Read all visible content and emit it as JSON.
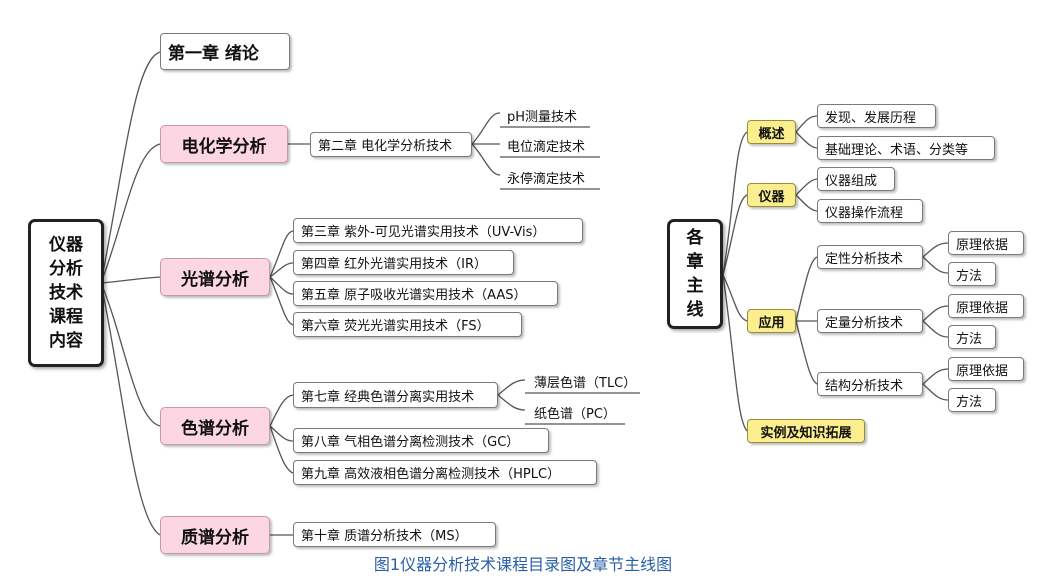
{
  "left_map": {
    "root": "仪器分析技术课程内容",
    "ch1": "第一章 绪论",
    "electro": {
      "label": "电化学分析",
      "chapter": "第二章 电化学分析技术",
      "leaves": [
        "pH测量技术",
        "电位滴定技术",
        "永停滴定技术"
      ]
    },
    "spectro": {
      "label": "光谱分析",
      "chapters": [
        "第三章 紫外-可见光谱实用技术（UV-Vis）",
        "第四章 红外光谱实用技术（IR）",
        "第五章 原子吸收光谱实用技术（AAS）",
        "第六章 荧光光谱实用技术（FS）"
      ]
    },
    "chroma": {
      "label": "色谱分析",
      "chapter7": "第七章 经典色谱分离实用技术",
      "ch7_leaves": [
        "薄层色谱（TLC）",
        "纸色谱（PC）"
      ],
      "chapter8": "第八章 气相色谱分离检测技术（GC）",
      "chapter9": "第九章 高效液相色谱分离检测技术（HPLC）"
    },
    "mass": {
      "label": "质谱分析",
      "chapter": "第十章 质谱分析技术（MS）"
    }
  },
  "right_map": {
    "root": "各章主线",
    "overview": {
      "label": "概述",
      "children": [
        "发现、发展历程",
        "基础理论、术语、分类等"
      ]
    },
    "instrument": {
      "label": "仪器",
      "children": [
        "仪器组成",
        "仪器操作流程"
      ]
    },
    "application": {
      "label": "应用",
      "groups": [
        {
          "label": "定性分析技术",
          "children": [
            "原理依据",
            "方法"
          ]
        },
        {
          "label": "定量分析技术",
          "children": [
            "原理依据",
            "方法"
          ]
        },
        {
          "label": "结构分析技术",
          "children": [
            "原理依据",
            "方法"
          ]
        }
      ]
    },
    "examples": "实例及知识拓展"
  },
  "caption": "图1仪器分析技术课程目录图及章节主线图",
  "colors": {
    "category_fill": "#fcd6e2",
    "branch_fill": "#fbee8e",
    "caption": "#2a5ea8",
    "line": "#555555"
  }
}
